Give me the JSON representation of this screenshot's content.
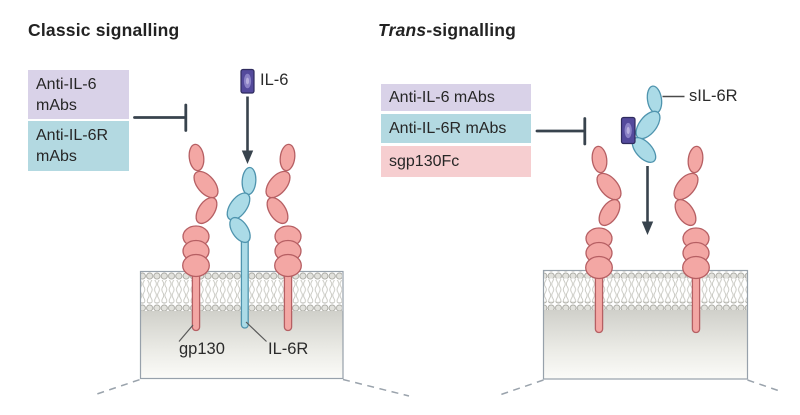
{
  "classic": {
    "title": "Classic signalling",
    "boxes": [
      {
        "line1": "Anti-IL-6",
        "line2": "mAbs",
        "color": "#d9d2e8"
      },
      {
        "line1": "Anti-IL-6R",
        "line2": "mAbs",
        "color": "#b3d9e1"
      }
    ],
    "il6_label": "IL-6",
    "gp130_label": "gp130",
    "il6r_label": "IL-6R"
  },
  "trans": {
    "title_italic": "Trans",
    "title_rest": "-signalling",
    "boxes": [
      {
        "label": "Anti-IL-6 mAbs",
        "color": "#d9d2e8"
      },
      {
        "label": "Anti-IL-6R mAbs",
        "color": "#b3d9e1"
      },
      {
        "label": "sgp130Fc",
        "color": "#f6ced0"
      }
    ],
    "sil6r_label": "sIL-6R"
  },
  "colors": {
    "gp130_receptor_fill": "#f3a7a4",
    "gp130_receptor_stroke": "#b65f63",
    "il6r_receptor_fill": "#abdbe7",
    "il6r_receptor_stroke": "#4f94ae",
    "il6_ligand": "#544a9c",
    "arrow": "#38434d",
    "membrane_outline": "#97a1ab",
    "lavender_box": "#d9d2e8",
    "teal_box": "#b3d9e1",
    "pink_box": "#f6ced0"
  }
}
